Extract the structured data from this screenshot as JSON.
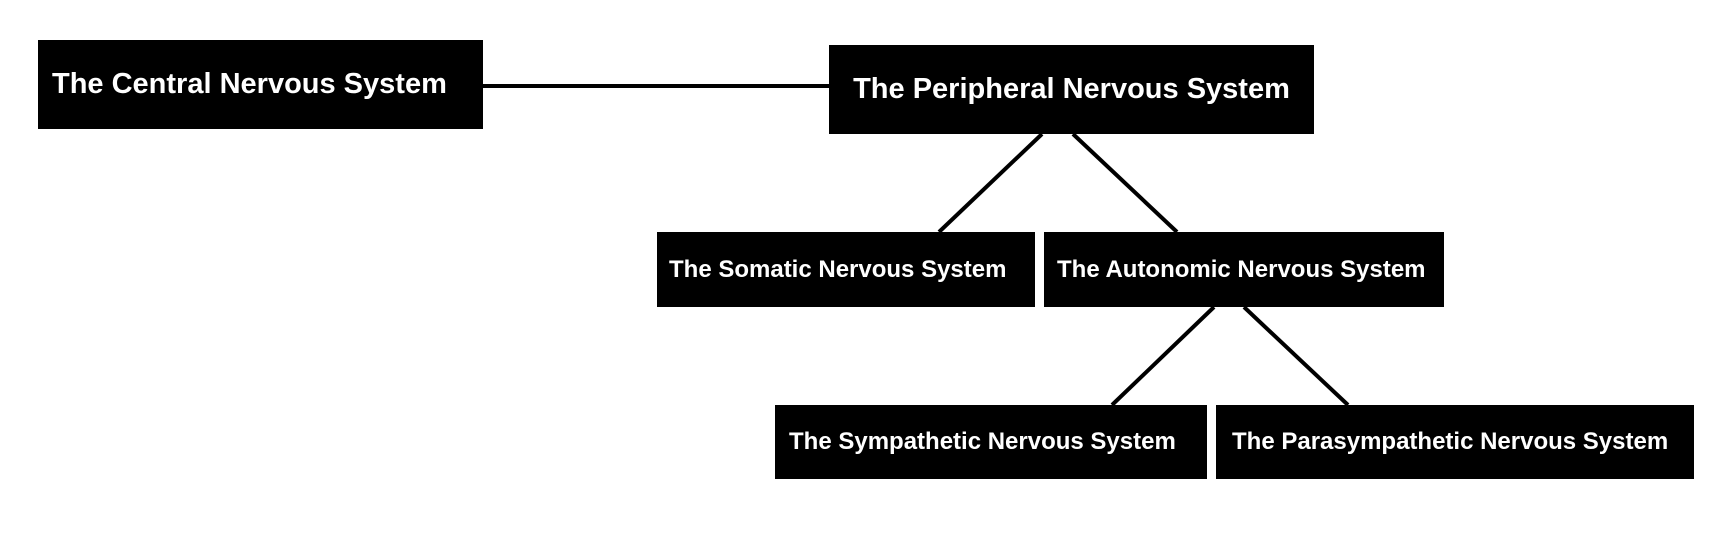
{
  "diagram": {
    "nodes": {
      "cns": "The Central Nervous System",
      "pns": "The Peripheral Nervous System",
      "somatic": "The Somatic Nervous System",
      "autonomic": "The Autonomic Nervous System",
      "sympathetic": "The Sympathetic Nervous System",
      "parasympathetic": "The Parasympathetic Nervous System"
    },
    "edges": [
      [
        "cns",
        "pns"
      ],
      [
        "pns",
        "somatic"
      ],
      [
        "pns",
        "autonomic"
      ],
      [
        "autonomic",
        "sympathetic"
      ],
      [
        "autonomic",
        "parasympathetic"
      ]
    ]
  }
}
